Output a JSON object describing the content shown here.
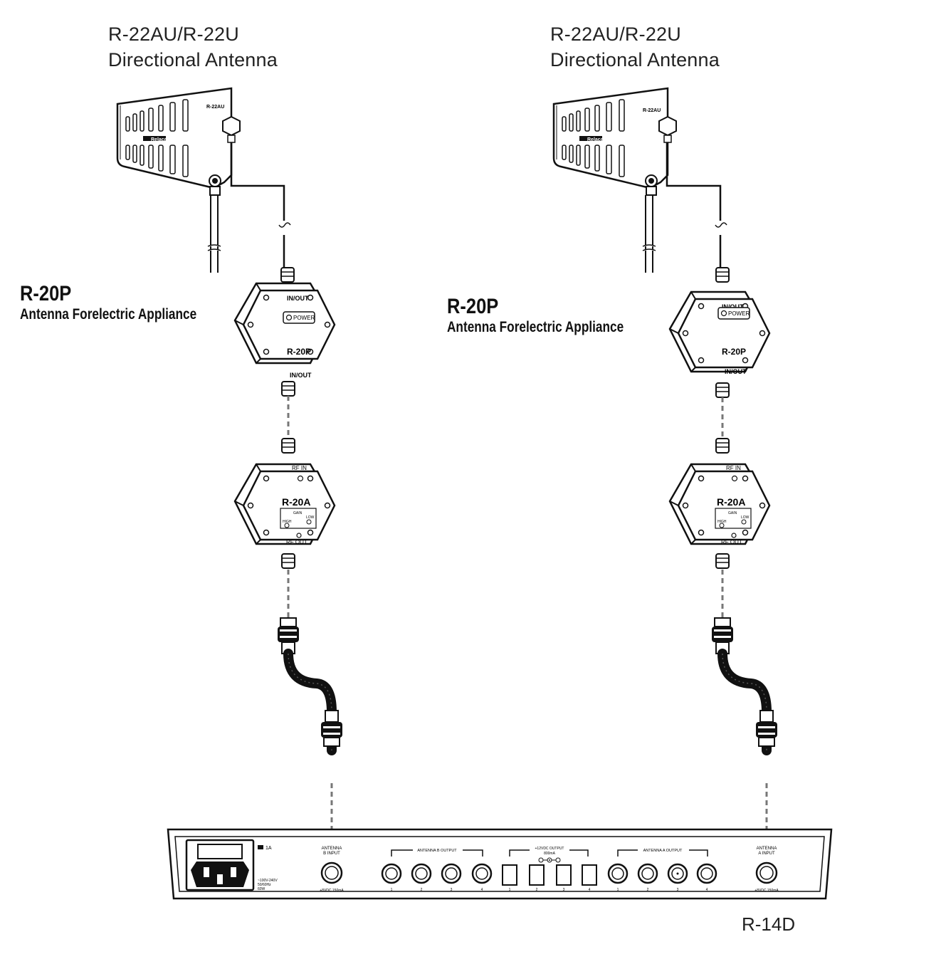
{
  "antenna_left": {
    "model": "R-22AU/R-22U",
    "desc": "Directional Antenna",
    "body_label": "R-22AU",
    "brand": "Relacart"
  },
  "antenna_right": {
    "model": "R-22AU/R-22U",
    "desc": "Directional Antenna",
    "body_label": "R-22AU",
    "brand": "Relacart"
  },
  "r20p_left": {
    "title": "R-20P",
    "subtitle": "Antenna Forelectric Appliance",
    "top_port": "IN/OUT",
    "bottom_port": "IN/OUT",
    "power": "POWER",
    "model": "R-20P"
  },
  "r20p_right": {
    "title": "R-20P",
    "subtitle": "Antenna Forelectric Appliance",
    "top_port": "IN/OUT",
    "bottom_port": "IN/OUT",
    "power": "POWER",
    "model": "R-20P"
  },
  "r20a_left": {
    "model": "R-20A",
    "rf_in": "RF IN",
    "rf_out": "RF OUT",
    "gain": "GAIN",
    "high": "HIGH",
    "low": "LOW"
  },
  "r20a_right": {
    "model": "R-20A",
    "rf_in": "RF IN",
    "rf_out": "RF OUT",
    "gain": "GAIN",
    "high": "HIGH",
    "low": "LOW"
  },
  "r14d": {
    "model": "R-14D",
    "fuse": "1A",
    "power_spec_1": "~100V-240V",
    "power_spec_2": "50/60Hz",
    "power_spec_3": "60W",
    "antenna_b_input_1": "ANTENNA",
    "antenna_b_input_2": "B INPUT",
    "antenna_b_input_spec": "+8VDC  150mA",
    "antenna_b_output": "ANTENNA B OUTPUT",
    "dc_output_1": "+12VDC OUTPUT",
    "dc_output_2": "800mA",
    "antenna_a_output": "ANTENNA A OUTPUT",
    "antenna_a_input_1": "ANTENNA",
    "antenna_a_input_2": "A INPUT",
    "antenna_a_input_spec": "+8VDC  150mA",
    "port_numbers": [
      "1",
      "2",
      "3",
      "4"
    ]
  }
}
